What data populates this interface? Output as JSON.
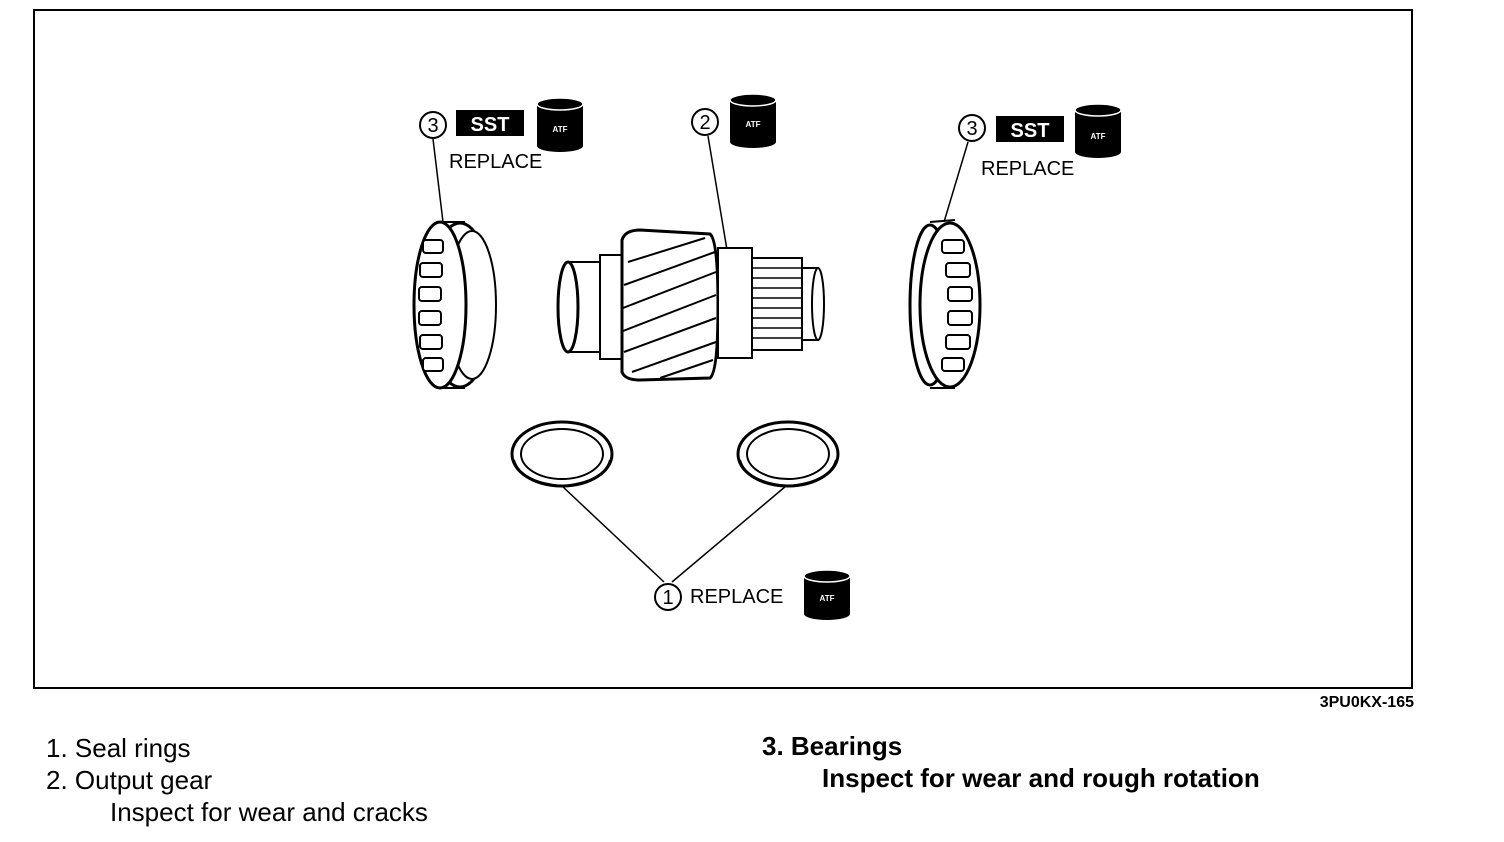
{
  "figure": {
    "code": "3PU0KX-165",
    "callouts": {
      "left_bearing": {
        "number": "3",
        "badge": "SST",
        "note": "REPLACE",
        "fluid": "ATF"
      },
      "output_gear": {
        "number": "2",
        "fluid": "ATF"
      },
      "right_bearing": {
        "number": "3",
        "badge": "SST",
        "note": "REPLACE",
        "fluid": "ATF"
      },
      "seal_rings": {
        "number": "1",
        "note": "REPLACE",
        "fluid": "ATF"
      }
    }
  },
  "legend": {
    "items": [
      {
        "label": "1. Seal rings"
      },
      {
        "label": "2. Output gear",
        "detail": "Inspect for wear and cracks"
      },
      {
        "label": "3. Bearings",
        "detail": "Inspect for wear and rough rotation"
      }
    ]
  }
}
